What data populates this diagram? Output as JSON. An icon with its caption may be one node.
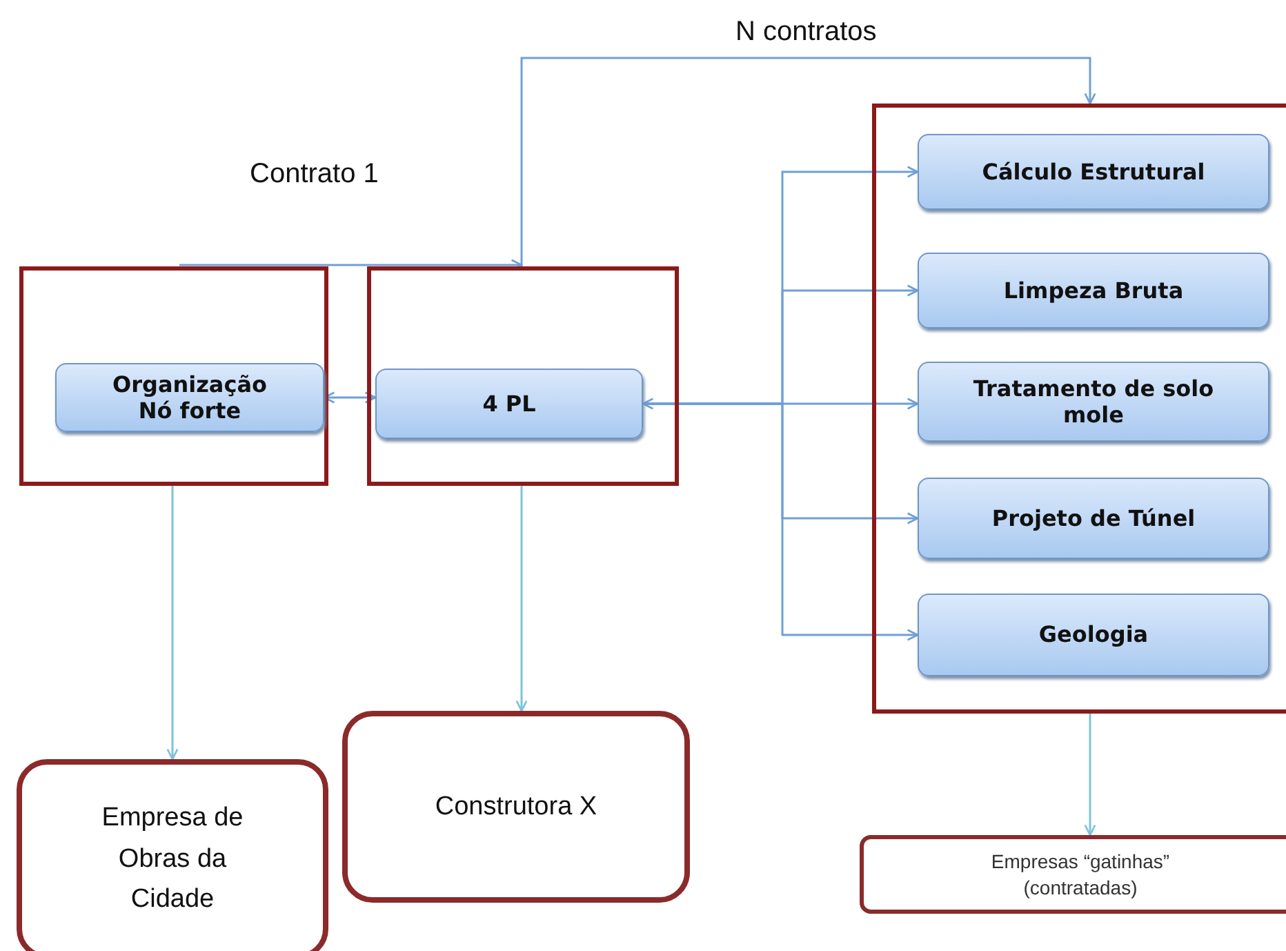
{
  "diagram": {
    "nodes": [
      {
        "text": [],
        "shape": "box"
      },
      {
        "text": [
          "Organização Nó forte"
        ],
        "in": 0
      },
      {
        "text": [],
        "shape": "box"
      },
      {
        "text": [
          "4 PL"
        ],
        "in": 2
      },
      {
        "text": [],
        "shape": "box"
      },
      {
        "text": [
          "Cálculo Estrutural"
        ],
        "in": 4
      },
      {
        "text": [
          "Limpeza Bruta"
        ],
        "in": 4
      },
      {
        "text": [
          "Tratamento de solo mole"
        ],
        "in": 4
      },
      {
        "text": [
          "Projeto de Túnel"
        ],
        "in": 4
      },
      {
        "text": [
          "Geologia"
        ],
        "in": 4
      },
      {
        "text": [
          "Empresa de Obras da Cidade"
        ]
      },
      {
        "text": [
          "Construtora X"
        ]
      },
      {
        "text": [
          "Empresas “gatinhas” (contratadas)"
        ]
      }
    ],
    "edges": [
      {
        "from": 0,
        "to": 2,
        "arrow": "to",
        "label": "Contrato 1"
      },
      {
        "from": 2,
        "to": 4,
        "arrow": "to",
        "label": "N contratos"
      },
      {
        "from": 1,
        "to": 3,
        "arrow": "both"
      },
      {
        "from": 3,
        "to": 5,
        "arrow": "to"
      },
      {
        "from": 3,
        "to": 6,
        "arrow": "to"
      },
      {
        "from": 3,
        "to": 7,
        "arrow": "both"
      },
      {
        "from": 3,
        "to": 8,
        "arrow": "to"
      },
      {
        "from": 3,
        "to": 9,
        "arrow": "to"
      },
      {
        "from": 0,
        "to": 10,
        "arrow": "to",
        "color": "#7cc3d9"
      },
      {
        "from": 2,
        "to": 11,
        "arrow": "to",
        "color": "#7cc3d9"
      },
      {
        "from": 4,
        "to": 12,
        "arrow": "to",
        "color": "#7cc3d9"
      }
    ]
  }
}
